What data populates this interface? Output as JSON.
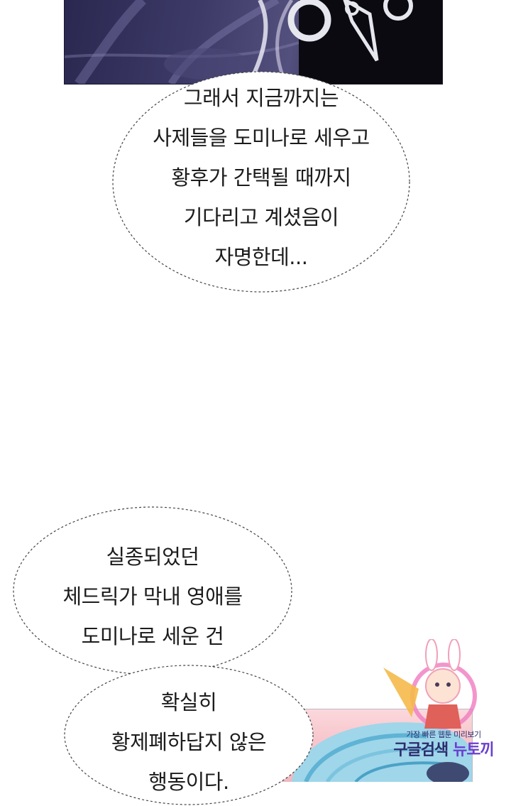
{
  "bubbles": [
    {
      "lines": [
        "그래서 지금까지는",
        "사제들을 도미나로 세우고",
        "황후가 간택될 때까지",
        "기다리고 계셨음이",
        "자명한데..."
      ]
    },
    {
      "lines": [
        "실종되었던",
        "체드릭가 막내 영애를",
        "도미나로 세운 건"
      ]
    },
    {
      "lines": [
        "확실히",
        "황제폐하답지 않은",
        "행동이다."
      ]
    }
  ],
  "watermark": {
    "small": "가장 빠른 웹툰 미리보기",
    "big_part1": "구글검색",
    "big_part2": "뉴토끼"
  },
  "colors": {
    "page_bg": "#ffffff",
    "text": "#1c1c1c",
    "bubble_outline": "#444444",
    "watermark_navy": "#2c2c6e",
    "watermark_purple": "#6a3fd0"
  }
}
